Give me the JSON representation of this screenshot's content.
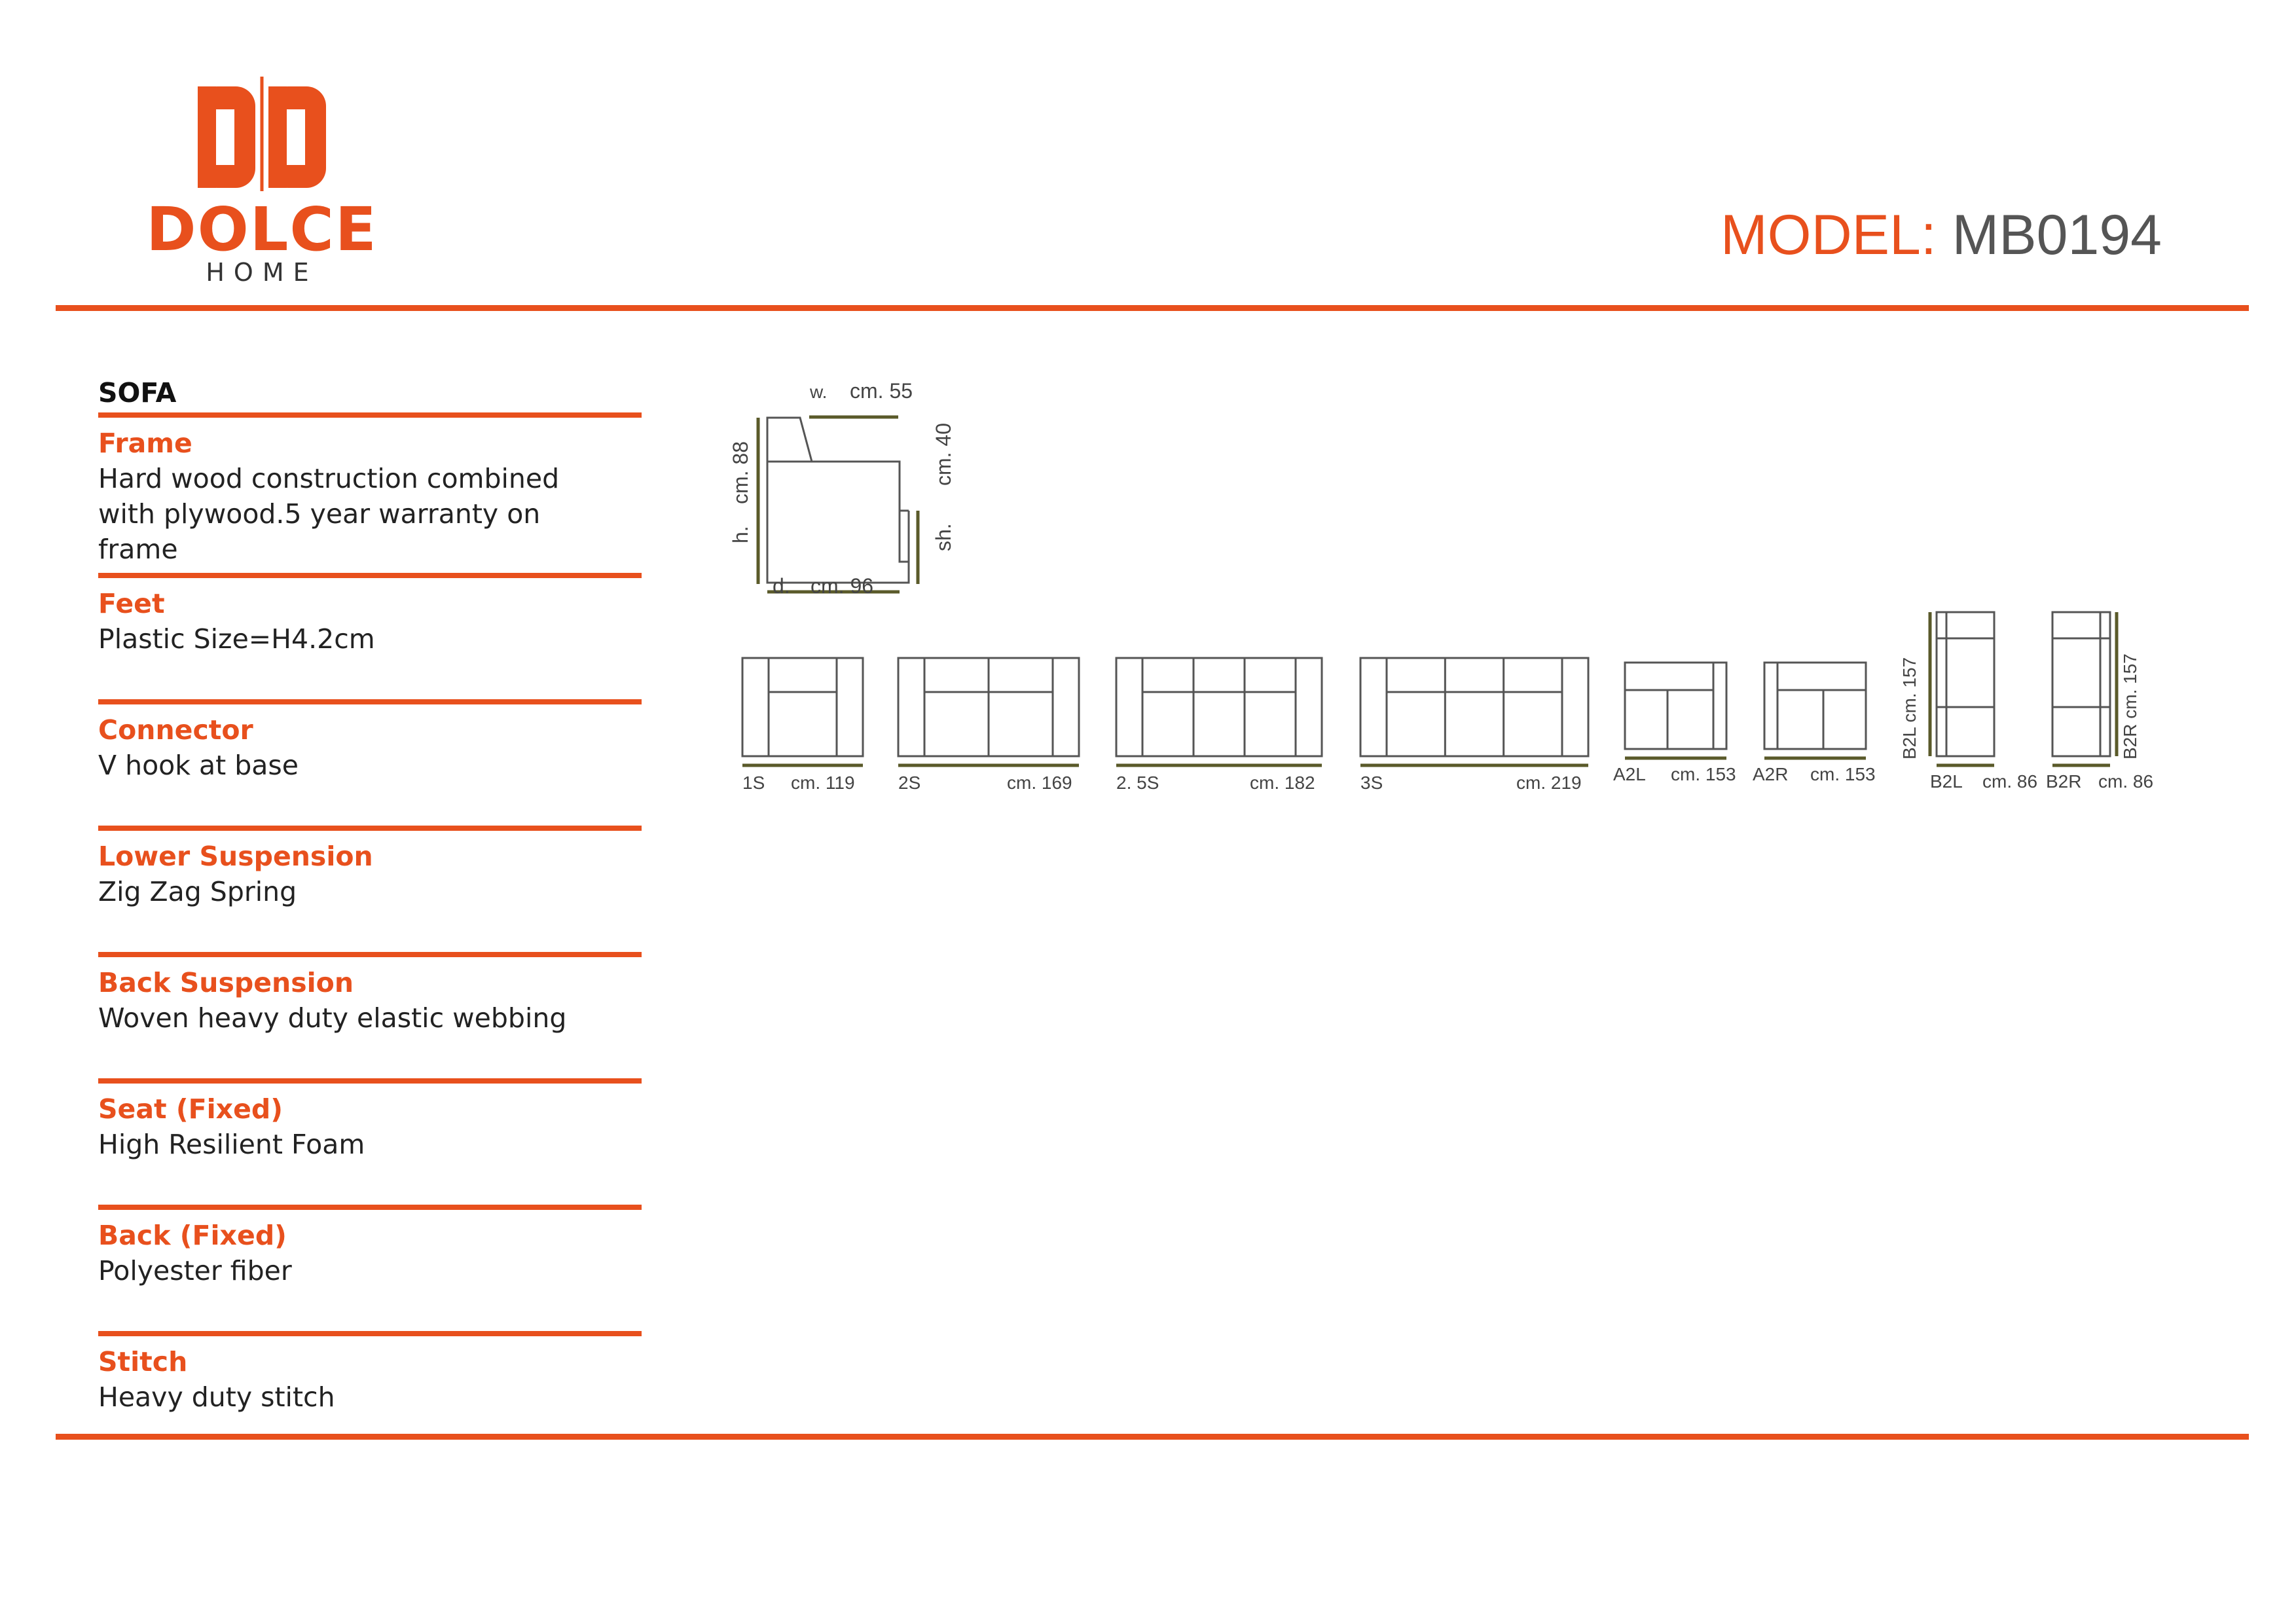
{
  "brand": {
    "name": "DOLCE",
    "sub": "HOME",
    "color": "#e8501d"
  },
  "model": {
    "label": "MODEL:",
    "value": "MB0194"
  },
  "category": "SOFA",
  "specs": [
    {
      "title": "Frame",
      "desc": "Hard wood construction combined with plywood.5 year warranty on frame"
    },
    {
      "title": "Feet",
      "desc": "Plastic Size=H4.2cm"
    },
    {
      "title": "Connector",
      "desc": "V hook at base"
    },
    {
      "title": "Lower Suspension",
      "desc": "Zig Zag Spring"
    },
    {
      "title": "Back Suspension",
      "desc": "Woven heavy duty elastic webbing"
    },
    {
      "title": "Seat (Fixed)",
      "desc": "High Resilient Foam"
    },
    {
      "title": "Back (Fixed)",
      "desc": "Polyester fiber"
    },
    {
      "title": "Stitch",
      "desc": "Heavy duty stitch"
    }
  ],
  "side_view": {
    "w": "w.",
    "w_val": "cm. 55",
    "h": "h.",
    "h_val": "cm. 88",
    "d": "d.",
    "d_val": "cm. 96",
    "sh": "sh.",
    "sh_val": "cm. 40"
  },
  "modules": [
    {
      "code": "1S",
      "size": "cm. 119"
    },
    {
      "code": "2S",
      "size": "cm. 169"
    },
    {
      "code": "2. 5S",
      "size": "cm. 182"
    },
    {
      "code": "3S",
      "size": "cm. 219"
    },
    {
      "code": "A2L",
      "size": "cm. 153"
    },
    {
      "code": "A2R",
      "size": "cm. 153"
    },
    {
      "code": "B2L",
      "size": "cm. 86",
      "side": "B2L  cm. 157"
    },
    {
      "code": "B2R",
      "size": "cm. 86",
      "side": "B2R  cm. 157"
    }
  ]
}
